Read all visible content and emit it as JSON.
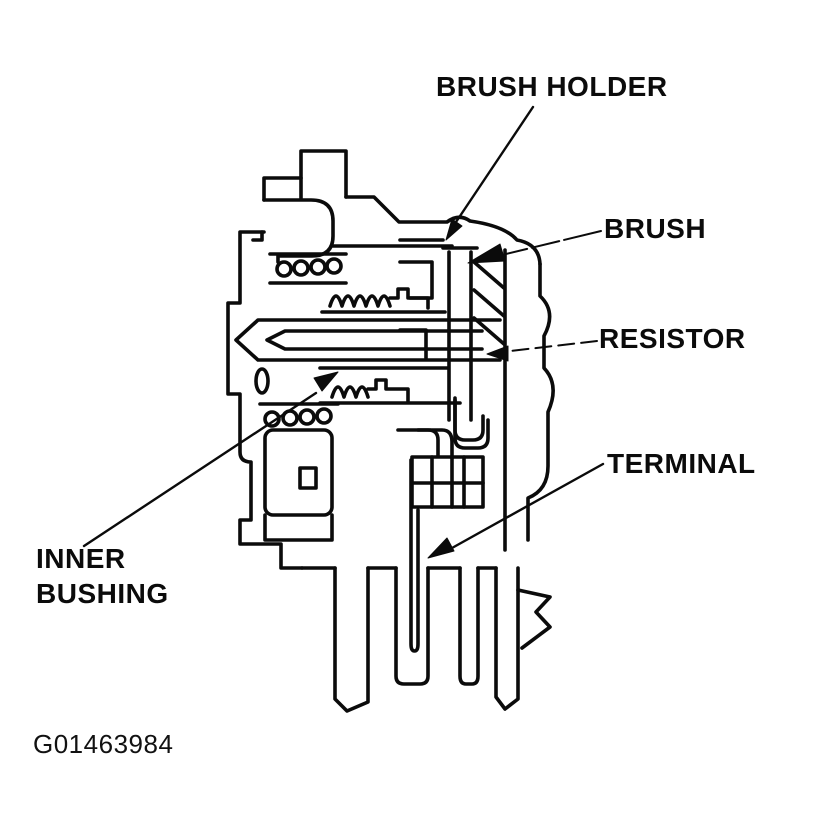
{
  "page": {
    "background_color": "#ffffff",
    "ink_color": "#0b0b0b"
  },
  "figure": {
    "description": "Cross-section technical diagram of a motor end assembly with callouts",
    "caption": "G01463984",
    "labels": {
      "brush_holder": "BRUSH HOLDER",
      "brush": "BRUSH",
      "resistor": "RESISTOR",
      "terminal": "TERMINAL",
      "inner_bushing_line1": "INNER",
      "inner_bushing_line2": "BUSHING"
    }
  }
}
